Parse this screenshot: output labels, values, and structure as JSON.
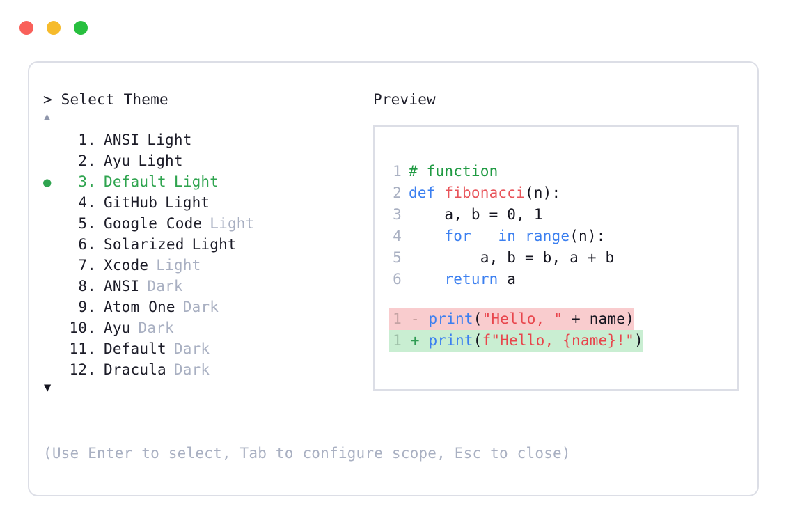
{
  "window": {
    "traffic_lights": [
      {
        "name": "close",
        "color": "#f9605a"
      },
      {
        "name": "minimize",
        "color": "#f6bb2c"
      },
      {
        "name": "maximize",
        "color": "#27bf3e"
      }
    ]
  },
  "theme_selector": {
    "prompt": "> Select Theme",
    "scroll_up_glyph": "▲",
    "scroll_down_glyph": "▼",
    "selected_bullet": "●",
    "selected_index": 3,
    "items": [
      {
        "index": "1.",
        "name": "ANSI",
        "variant": "Light",
        "variant_muted": false,
        "selected": false
      },
      {
        "index": "2.",
        "name": "Ayu",
        "variant": "Light",
        "variant_muted": false,
        "selected": false
      },
      {
        "index": "3.",
        "name": "Default",
        "variant": "Light",
        "variant_muted": false,
        "selected": true
      },
      {
        "index": "4.",
        "name": "GitHub",
        "variant": "Light",
        "variant_muted": false,
        "selected": false
      },
      {
        "index": "5.",
        "name": "Google Code",
        "variant": "Light",
        "variant_muted": true,
        "selected": false
      },
      {
        "index": "6.",
        "name": "Solarized",
        "variant": "Light",
        "variant_muted": false,
        "selected": false
      },
      {
        "index": "7.",
        "name": "Xcode",
        "variant": "Light",
        "variant_muted": true,
        "selected": false
      },
      {
        "index": "8.",
        "name": "ANSI",
        "variant": "Dark",
        "variant_muted": true,
        "selected": false
      },
      {
        "index": "9.",
        "name": "Atom One",
        "variant": "Dark",
        "variant_muted": true,
        "selected": false
      },
      {
        "index": "10.",
        "name": "Ayu",
        "variant": "Dark",
        "variant_muted": true,
        "selected": false
      },
      {
        "index": "11.",
        "name": "Default",
        "variant": "Dark",
        "variant_muted": true,
        "selected": false
      },
      {
        "index": "12.",
        "name": "Dracula",
        "variant": "Dark",
        "variant_muted": true,
        "selected": false
      }
    ],
    "help_text": "(Use Enter to select, Tab to configure scope, Esc to close)"
  },
  "preview": {
    "title": "Preview",
    "code_lines": [
      {
        "ln": "1",
        "tokens": [
          {
            "t": "# function",
            "c": "comment"
          }
        ]
      },
      {
        "ln": "2",
        "tokens": [
          {
            "t": "def ",
            "c": "kw"
          },
          {
            "t": "fibonacci",
            "c": "fn"
          },
          {
            "t": "(n):",
            "c": "plain"
          }
        ]
      },
      {
        "ln": "3",
        "tokens": [
          {
            "t": "    a, b = 0, 1",
            "c": "plain"
          }
        ]
      },
      {
        "ln": "4",
        "tokens": [
          {
            "t": "    ",
            "c": "plain"
          },
          {
            "t": "for",
            "c": "kw"
          },
          {
            "t": " _ ",
            "c": "plain"
          },
          {
            "t": "in range",
            "c": "kw"
          },
          {
            "t": "(n):",
            "c": "plain"
          }
        ]
      },
      {
        "ln": "5",
        "tokens": [
          {
            "t": "        a, b = b, a + b",
            "c": "plain"
          }
        ]
      },
      {
        "ln": "6",
        "tokens": [
          {
            "t": "    ",
            "c": "plain"
          },
          {
            "t": "return",
            "c": "kw"
          },
          {
            "t": " a",
            "c": "plain"
          }
        ]
      }
    ],
    "diff_lines": [
      {
        "kind": "del",
        "ln": "1",
        "marker": "-",
        "bg_color": "#f9ccce",
        "tokens": [
          {
            "t": "print",
            "c": "kw"
          },
          {
            "t": "(",
            "c": "plain"
          },
          {
            "t": "\"Hello, \"",
            "c": "str"
          },
          {
            "t": " + name)",
            "c": "plain"
          }
        ]
      },
      {
        "kind": "add",
        "ln": "1",
        "marker": "+",
        "bg_color": "#c9eed2",
        "tokens": [
          {
            "t": "print",
            "c": "kw"
          },
          {
            "t": "(",
            "c": "plain"
          },
          {
            "t": "f\"Hello, {name}!\"",
            "c": "str"
          },
          {
            "t": ")",
            "c": "plain"
          }
        ]
      }
    ]
  },
  "colors": {
    "card_border": "#dcdee6",
    "accent_green": "#2fa44f",
    "muted_text": "#a9b0c2",
    "body_text": "#1c1c28",
    "keyword_blue": "#3b7ff0",
    "string_red": "#e8454c",
    "comment_green": "#1f9a42",
    "function_red": "#e8545a"
  }
}
